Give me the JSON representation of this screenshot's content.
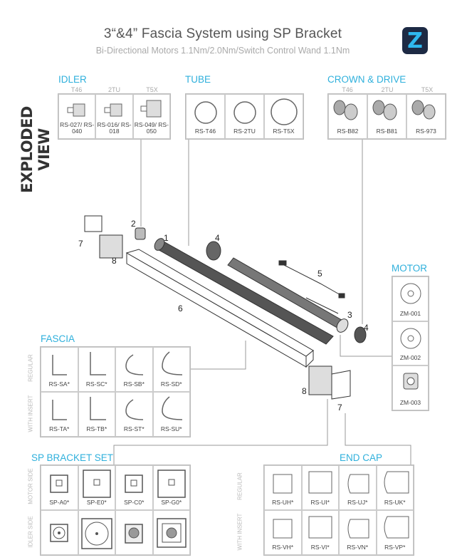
{
  "header": {
    "title": "3“&4” Fascia System using SP Bracket",
    "subtitle": "Bi-Directional Motors 1.1Nm/2.0Nm/Switch Control Wand 1.1Nm",
    "logo_text": "Z",
    "side_title": "EXPLODED VIEW"
  },
  "idler": {
    "title": "IDLER",
    "subs": [
      "T46",
      "2TU",
      "T5X"
    ],
    "items": [
      "RS-027/ RS-040",
      "RS-016/ RS-018",
      "RS-049/ RS-050"
    ]
  },
  "tube": {
    "title": "TUBE",
    "items": [
      "RS-T46",
      "RS-2TU",
      "RS-T5X"
    ]
  },
  "crown": {
    "title": "CROWN & DRIVE",
    "subs": [
      "T46",
      "2TU",
      "T5X"
    ],
    "items": [
      "RS-B82",
      "RS-B81",
      "RS-973"
    ]
  },
  "motor": {
    "title": "MOTOR",
    "items": [
      "ZM-001",
      "ZM-002",
      "ZM-003"
    ]
  },
  "fascia": {
    "title": "FASCIA",
    "rows": [
      "REGULAR",
      "WITH INSERT"
    ],
    "items": [
      "RS-SA*",
      "RS-SC*",
      "RS-SB*",
      "RS-SD*",
      "RS-TA*",
      "RS-TB*",
      "RS-ST*",
      "RS-SU*"
    ]
  },
  "bracket": {
    "title": "SP BRACKET SET",
    "rows": [
      "MOTOR SIDE",
      "IDLER SIDE"
    ],
    "items": [
      "SP-A0*",
      "SP-E0*",
      "SP-C0*",
      "SP-G0*"
    ]
  },
  "endcap": {
    "title": "END CAP",
    "rows": [
      "REGULAR",
      "WITH INSERT"
    ],
    "items": [
      "RS-UH*",
      "RS-UI*",
      "RS-UJ*",
      "RS-UK*",
      "RS-VH*",
      "RS-VI*",
      "RS-VN*",
      "RS-VP*"
    ]
  },
  "callouts": [
    "1",
    "2",
    "3",
    "4",
    "4",
    "5",
    "6",
    "7",
    "7",
    "8",
    "8"
  ],
  "colors": {
    "accent": "#2fb0dc",
    "logo_bg": "#1d2a44"
  }
}
